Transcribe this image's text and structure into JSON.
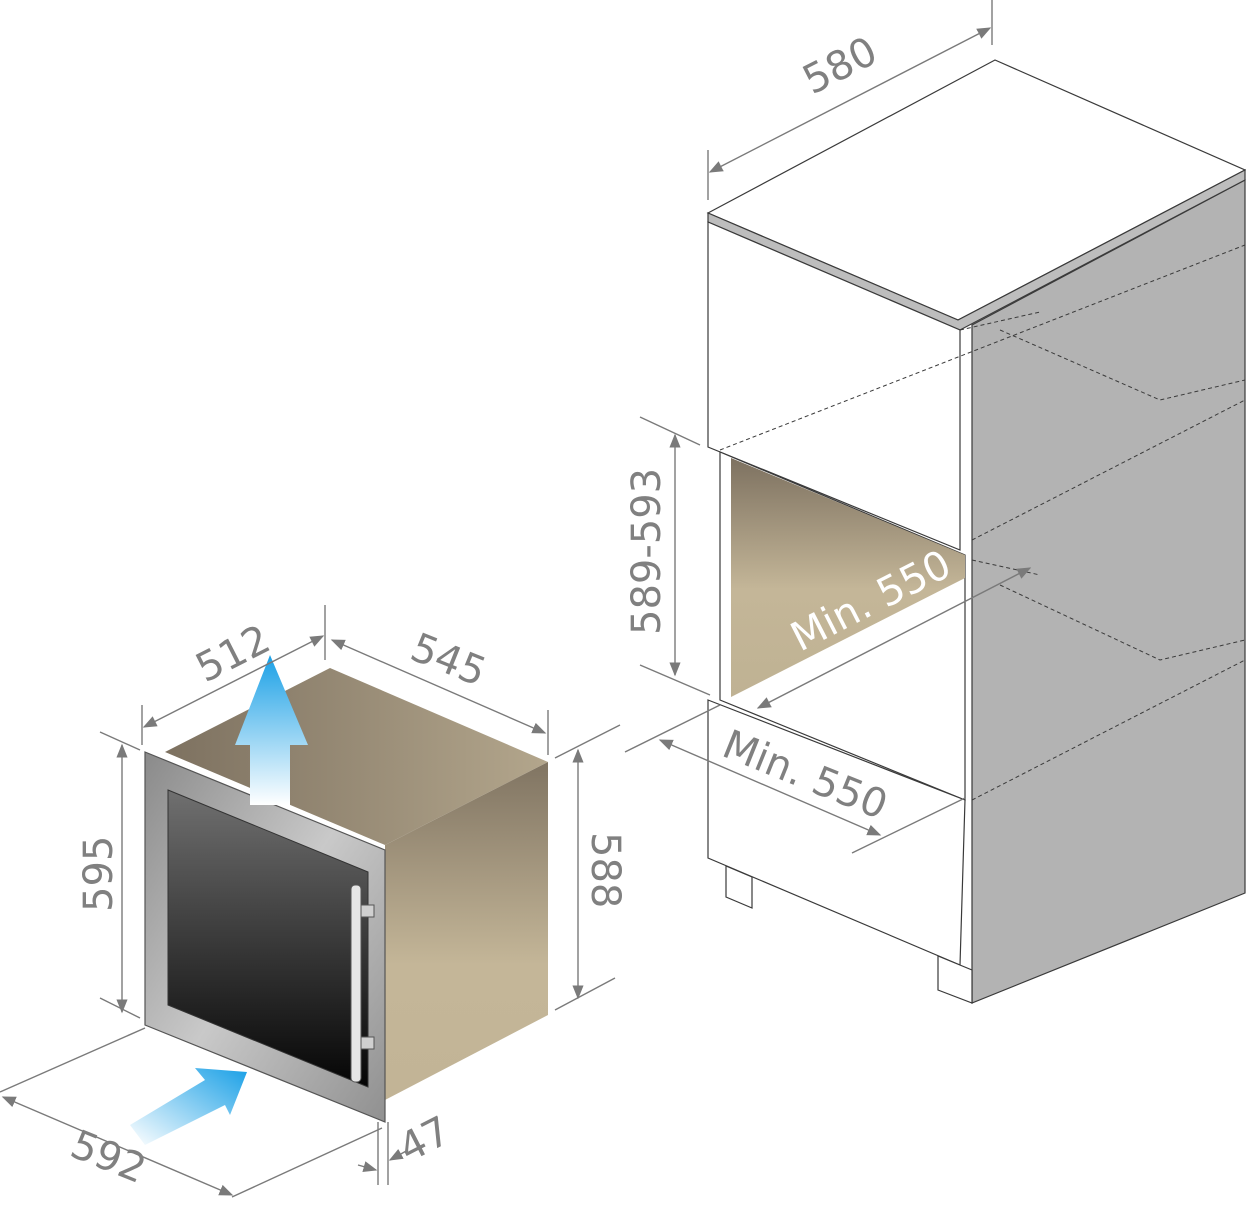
{
  "dimensions": {
    "cabinet_depth": "580",
    "niche_height": "589-593",
    "niche_depth_min": "Min. 550",
    "niche_width_min": "Min. 550",
    "appliance_width_top": "512",
    "appliance_depth": "545",
    "appliance_height_front": "595",
    "appliance_height_body": "588",
    "appliance_width_front": "592",
    "door_thickness": "47"
  },
  "colors": {
    "airflow_arrow": "#1aa0e6",
    "cabinet_side": "#b3b3b3",
    "niche_interior": "#c2b496"
  }
}
